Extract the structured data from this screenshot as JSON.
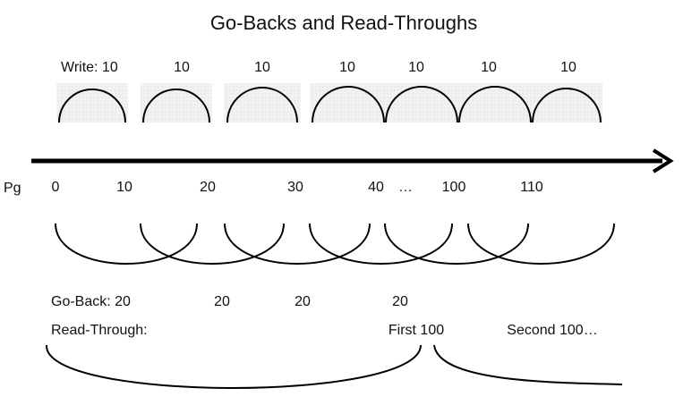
{
  "title": "Go-Backs and Read-Throughs",
  "write_labels": [
    "Write: 10",
    "10",
    "10",
    "10",
    "10",
    "10",
    "10"
  ],
  "page_axis": {
    "label": "Pg",
    "ticks": [
      "0",
      "10",
      "20",
      "30",
      "40",
      "…",
      "100",
      "110"
    ]
  },
  "go_back": {
    "labels": [
      "Go-Back: 20",
      "20",
      "20",
      "20"
    ]
  },
  "read_through": {
    "label": "Read-Through:",
    "first_label": "First 100",
    "second_label": "Second 100…"
  },
  "colors": {
    "ink": "#000000",
    "write_box": "#eeeeee"
  }
}
